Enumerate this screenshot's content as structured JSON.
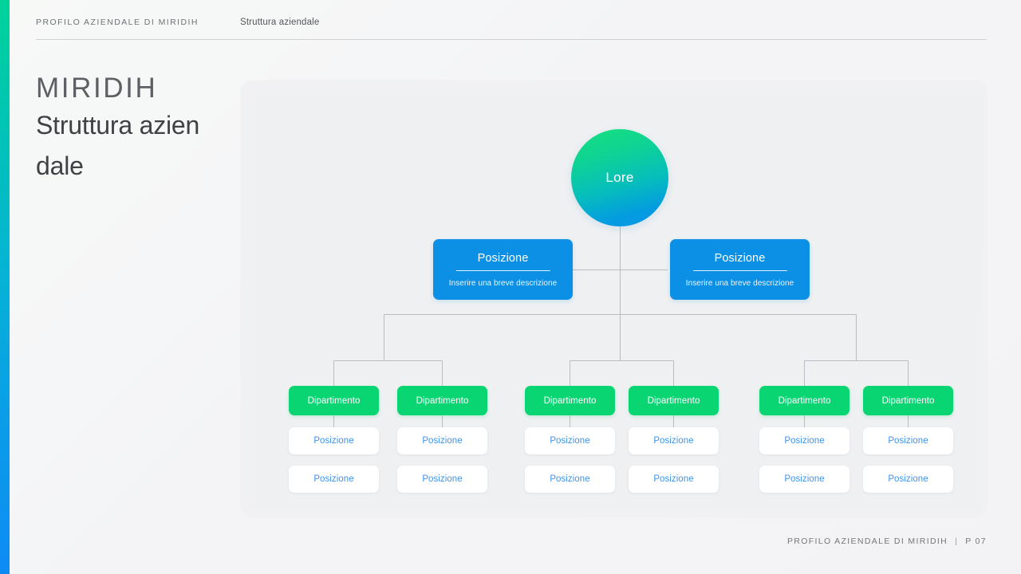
{
  "theme": {
    "accent_green": "#0ad573",
    "accent_blue": "#0b90e6",
    "link_blue": "#3f93e8",
    "background": "#f4f4f6",
    "panel": "#eff0f2",
    "connector": "#b9bcc2"
  },
  "header": {
    "eyebrow": "PROFILO AZIENDALE DI MIRIDIH",
    "section": "Struttura aziendale"
  },
  "title": {
    "brand": "MIRIDIH",
    "heading": "Struttura aziendale"
  },
  "chart_data": {
    "type": "diagram",
    "layout": "org-chart",
    "root": {
      "label": "Lore",
      "shape": "circle",
      "fill": "gradient-green-to-blue"
    },
    "executives": [
      {
        "title": "Posizione",
        "description": "Inserire una breve descrizione",
        "fill": "#0b90e6",
        "side": "left"
      },
      {
        "title": "Posizione",
        "description": "Inserire una breve descrizione",
        "fill": "#0b90e6",
        "side": "right"
      }
    ],
    "departments": [
      {
        "label": "Dipartimento",
        "fill": "#0ad573",
        "positions": [
          "Posizione",
          "Posizione"
        ]
      },
      {
        "label": "Dipartimento",
        "fill": "#0ad573",
        "positions": [
          "Posizione",
          "Posizione"
        ]
      },
      {
        "label": "Dipartimento",
        "fill": "#0ad573",
        "positions": [
          "Posizione",
          "Posizione"
        ]
      },
      {
        "label": "Dipartimento",
        "fill": "#0ad573",
        "positions": [
          "Posizione",
          "Posizione"
        ]
      },
      {
        "label": "Dipartimento",
        "fill": "#0ad573",
        "positions": [
          "Posizione",
          "Posizione"
        ]
      },
      {
        "label": "Dipartimento",
        "fill": "#0ad573",
        "positions": [
          "Posizione",
          "Posizione"
        ]
      }
    ]
  },
  "footer": {
    "label": "PROFILO AZIENDALE DI MIRIDIH",
    "separator": "|",
    "page": "P 07"
  }
}
